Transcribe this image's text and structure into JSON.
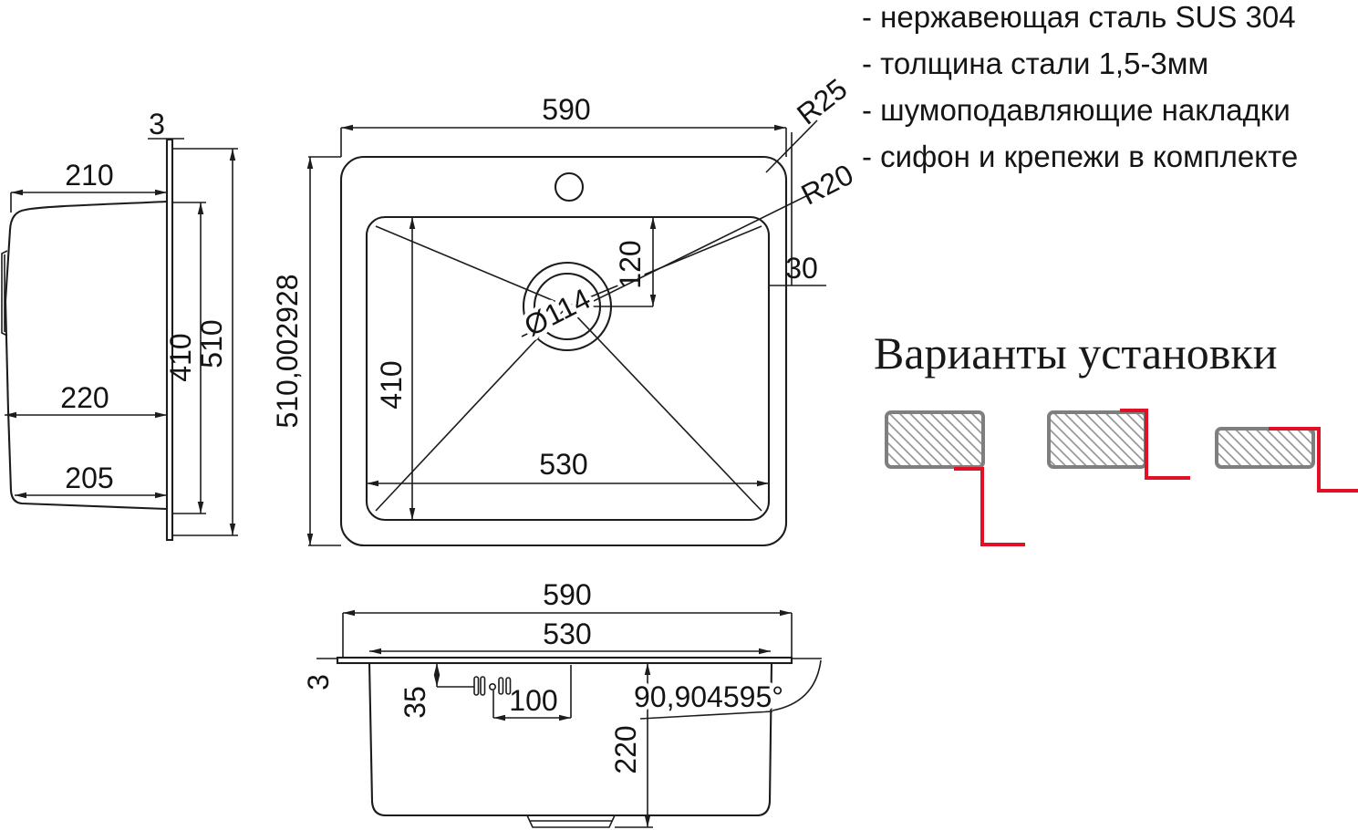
{
  "colors": {
    "line": "#1c1c1c",
    "red_accent": "#e01126",
    "gray_border": "#7f7f7f",
    "hatch_gray": "#8e8e8e"
  },
  "features": {
    "items": [
      "- нержавеющая сталь SUS 304",
      "- толщина стали 1,5-3мм",
      "- шумоподавляющие накладки",
      "- сифон и крепежи в комплекте"
    ]
  },
  "installation": {
    "title": "Варианты установки"
  },
  "side": {
    "d3": "3",
    "d210": "210",
    "d410": "410",
    "d510": "510",
    "d220": "220",
    "d205": "205"
  },
  "top": {
    "d590": "590",
    "d510x": "510,002928",
    "d410": "410",
    "d530": "530",
    "d120": "120",
    "d30": "30",
    "r25": "R25",
    "r20": "R20",
    "drain": "Ø114"
  },
  "front": {
    "d590": "590",
    "d530": "530",
    "d3": "3",
    "d35": "35",
    "d100": "100",
    "d220": "220",
    "angle": "90,904595°"
  }
}
